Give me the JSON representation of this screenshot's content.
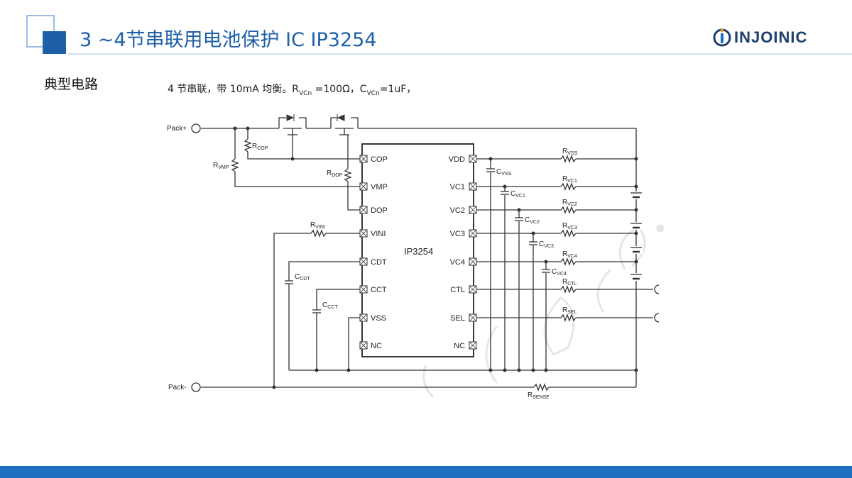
{
  "slide": {
    "title": "3 ~4节串联用电池保护 IC IP3254",
    "section_label": "典型电路",
    "caption_prefix": "4 节串联，带 10mA 均衡。R",
    "caption_sub1": "VCn",
    "caption_mid": " =100Ω，C",
    "caption_sub2": "VCn",
    "caption_suffix": "=1uF，",
    "logo_text": "INJOINIC",
    "accent_color": "#1f6fbf"
  },
  "schematic": {
    "chip_name": "IP3254",
    "left_pins": [
      "COP",
      "VMP",
      "DOP",
      "VINI",
      "CDT",
      "CCT",
      "VSS",
      "NC"
    ],
    "right_pins": [
      "VDD",
      "VC1",
      "VC2",
      "VC3",
      "VC4",
      "CTL",
      "SEL",
      "NC"
    ],
    "terminals": {
      "pack_plus": "Pack+",
      "pack_minus": "Pack-"
    },
    "components": {
      "rcop": {
        "main": "R",
        "sub": "COP"
      },
      "rvmp": {
        "main": "R",
        "sub": "VMP"
      },
      "rdop": {
        "main": "R",
        "sub": "DOP"
      },
      "rvini": {
        "main": "R",
        "sub": "VINI"
      },
      "ccdt": {
        "main": "C",
        "sub": "CDT"
      },
      "ccct": {
        "main": "C",
        "sub": "CCT"
      },
      "cvss": {
        "main": "C",
        "sub": "VSS"
      },
      "cvc1": {
        "main": "C",
        "sub": "VC1"
      },
      "cvc2": {
        "main": "C",
        "sub": "VC2"
      },
      "cvc3": {
        "main": "C",
        "sub": "VC3"
      },
      "cvc4": {
        "main": "C",
        "sub": "VC4"
      },
      "rvss": {
        "main": "R",
        "sub": "VSS"
      },
      "rvc1": {
        "main": "R",
        "sub": "VC1"
      },
      "rvc2": {
        "main": "R",
        "sub": "VC2"
      },
      "rvc3": {
        "main": "R",
        "sub": "VC3"
      },
      "rvc4": {
        "main": "R",
        "sub": "VC4"
      },
      "rctl": {
        "main": "R",
        "sub": "CTL"
      },
      "rsel": {
        "main": "R",
        "sub": "SEL"
      },
      "rsense": {
        "main": "R",
        "sub": "SENSE"
      }
    },
    "wire_color": "#333333"
  }
}
